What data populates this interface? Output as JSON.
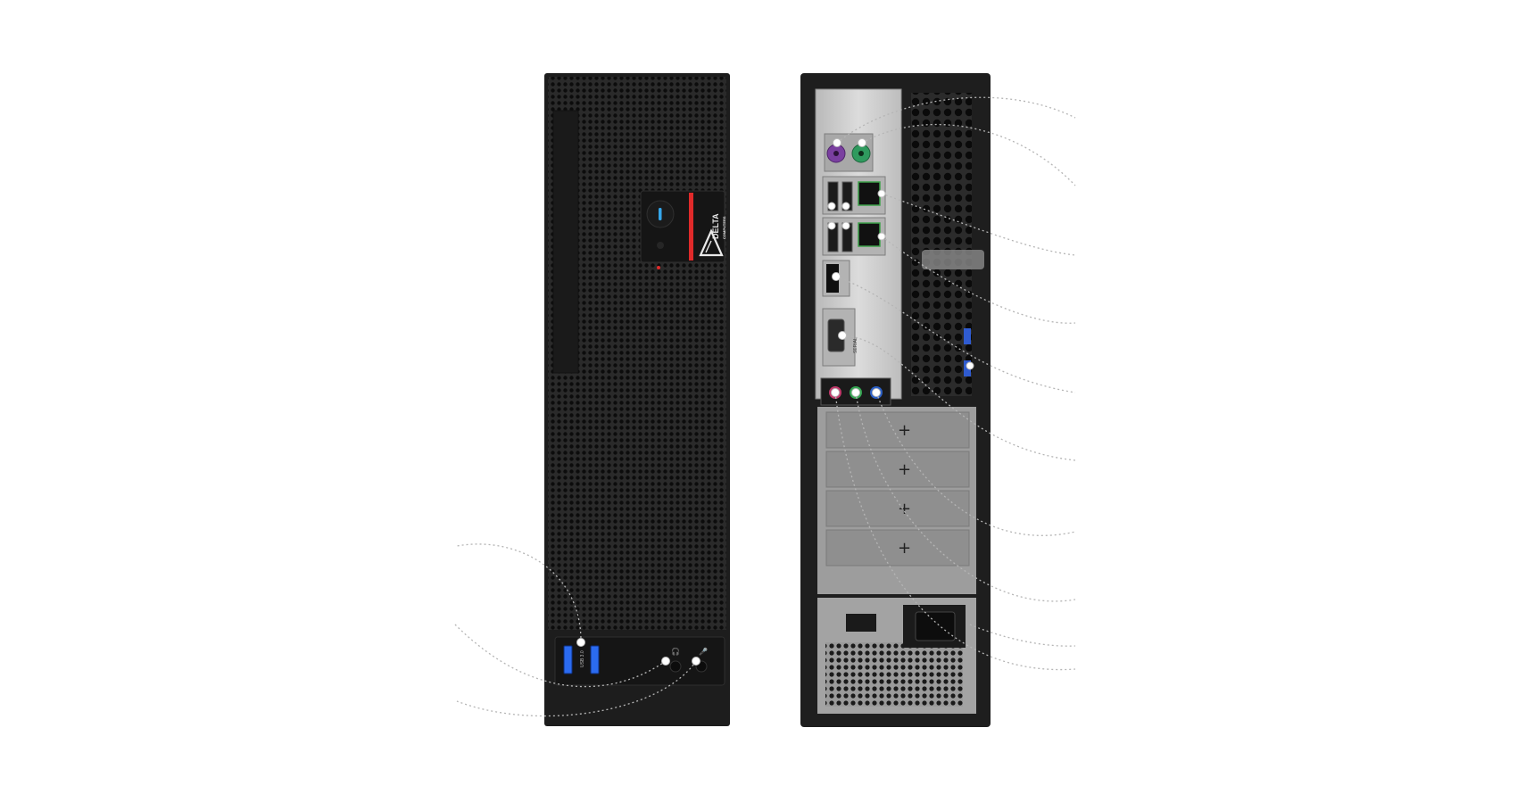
{
  "front_panel": {
    "brand_name": "DELTA",
    "brand_sub": "COMPUTERS",
    "usb_label": "USB 3.0",
    "colors": {
      "case": "#232323",
      "accent": "#e02a2a",
      "usb": "#2b6bf0",
      "power_led": "#35a6ea"
    }
  },
  "rear_panel": {
    "serial_label": "SERIAL",
    "port_colors": {
      "ps2_mouse": "#7a3fa0",
      "ps2_keyboard": "#2f9a5e",
      "audio_in": "#c0396a",
      "audio_out": "#35a552",
      "audio_mic": "#2c60c6",
      "vga_screws": "#2f5bd0"
    },
    "colors": {
      "case": "#1e1e1e",
      "io_shield": "#c9c9c9",
      "slot_panel": "#9d9d9d"
    }
  },
  "callouts": {
    "line_color": "#b5b5b5",
    "marker_color": "#ffffff"
  }
}
